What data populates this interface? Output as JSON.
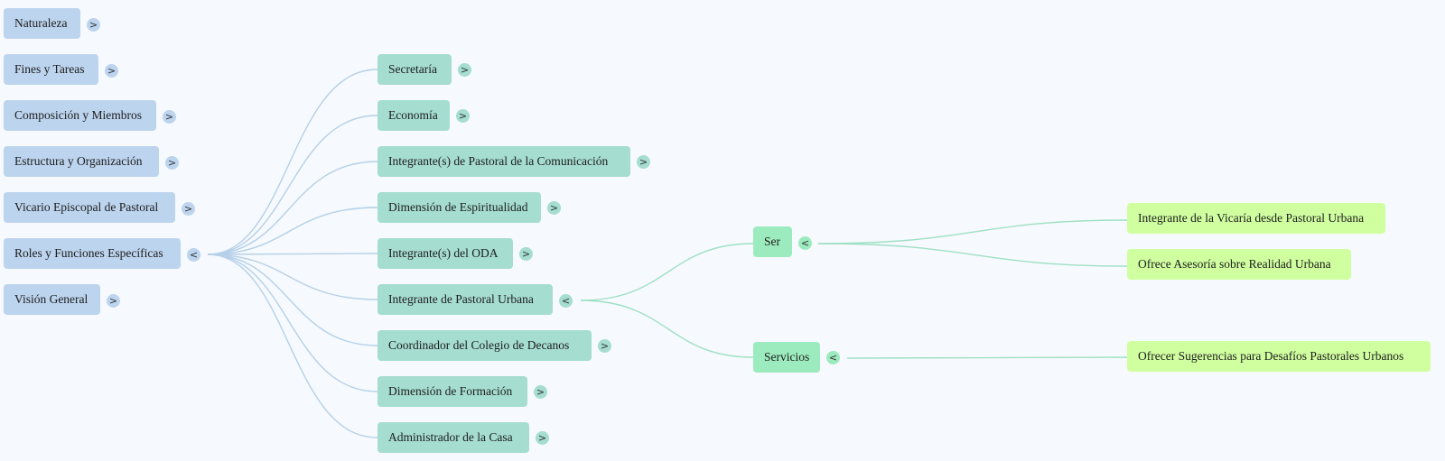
{
  "mindmap": {
    "level0": [
      {
        "label": "Naturaleza",
        "toggle": ">"
      },
      {
        "label": "Fines y Tareas",
        "toggle": ">"
      },
      {
        "label": "Composición y Miembros",
        "toggle": ">"
      },
      {
        "label": "Estructura y Organización",
        "toggle": ">"
      },
      {
        "label": "Vicario Episcopal de Pastoral",
        "toggle": ">"
      },
      {
        "label": "Roles y Funciones Específicas",
        "toggle": "<"
      },
      {
        "label": "Visión General",
        "toggle": ">"
      }
    ],
    "level1": [
      {
        "label": "Secretaría",
        "toggle": ">"
      },
      {
        "label": "Economía",
        "toggle": ">"
      },
      {
        "label": "Integrante(s) de Pastoral de la Comunicación",
        "toggle": ">"
      },
      {
        "label": "Dimensión de Espiritualidad",
        "toggle": ">"
      },
      {
        "label": "Integrante(s) del ODA",
        "toggle": ">"
      },
      {
        "label": "Integrante de Pastoral Urbana",
        "toggle": "<"
      },
      {
        "label": "Coordinador del Colegio de Decanos",
        "toggle": ">"
      },
      {
        "label": "Dimensión de Formación",
        "toggle": ">"
      },
      {
        "label": "Administrador de la Casa",
        "toggle": ">"
      }
    ],
    "level2": [
      {
        "label": "Ser",
        "toggle": "<"
      },
      {
        "label": "Servicios",
        "toggle": "<"
      }
    ],
    "level3": [
      {
        "label": "Integrante de la Vicaría desde Pastoral Urbana"
      },
      {
        "label": "Ofrece Asesoría sobre Realidad Urbana"
      },
      {
        "label": "Ofrecer Sugerencias para Desafíos Pastorales Urbanos"
      }
    ],
    "colors": {
      "level0": "#bcd4ee",
      "level1": "#a5ddd0",
      "level2": "#9cebbe",
      "level3": "#d0ffa0",
      "link0": "#b5d0e8",
      "link1": "#9fe0c4"
    }
  }
}
